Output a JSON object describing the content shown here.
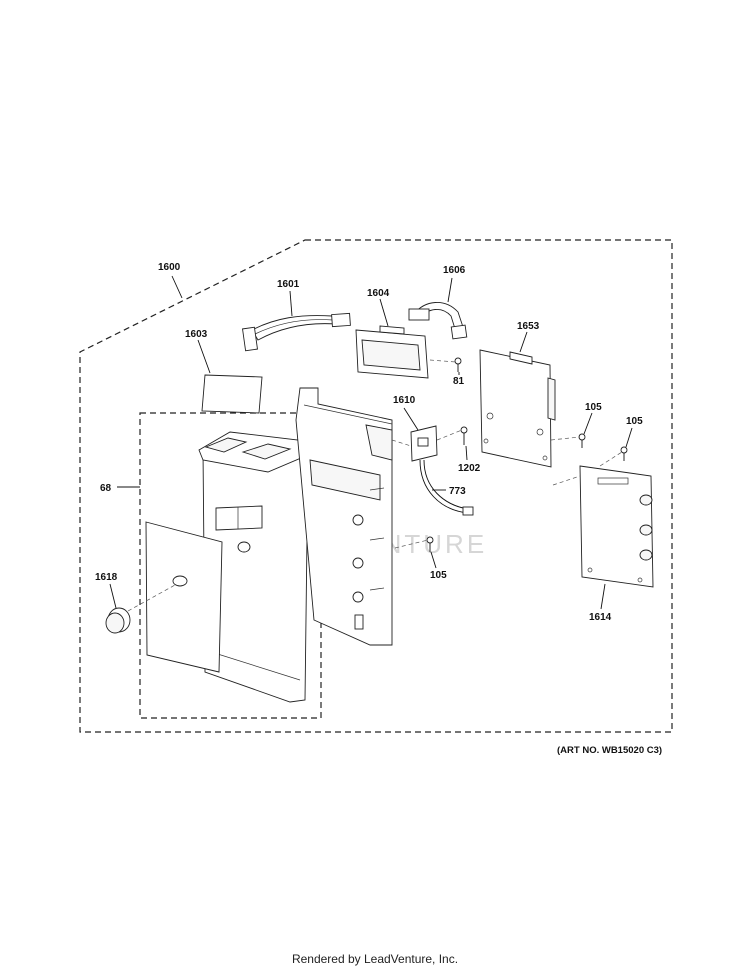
{
  "diagram": {
    "callouts": {
      "c1600": "1600",
      "c1601": "1601",
      "c1604": "1604",
      "c1606": "1606",
      "c1603": "1603",
      "c1653": "1653",
      "c81": "81",
      "c1610": "1610",
      "c105a": "105",
      "c105b": "105",
      "c105c": "105",
      "c68": "68",
      "c1202": "1202",
      "c773": "773",
      "c1618": "1618",
      "c1614": "1614"
    },
    "art_number": "(ART NO. WB15020 C3)",
    "watermark": "LEADVENTURE"
  },
  "footer": {
    "text": "Rendered by LeadVenture, Inc."
  }
}
